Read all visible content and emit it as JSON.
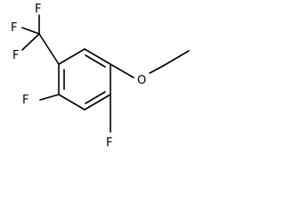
{
  "molecule": {
    "atoms": {
      "cf3_f_top": "F",
      "cf3_f_left": "F",
      "cf3_f_right": "F",
      "ring_f_upper": "F",
      "ring_f_lower": "F",
      "ether_o": "O"
    },
    "colors": {
      "bond": "#000000",
      "label": "#000000",
      "background": "#ffffff"
    }
  }
}
